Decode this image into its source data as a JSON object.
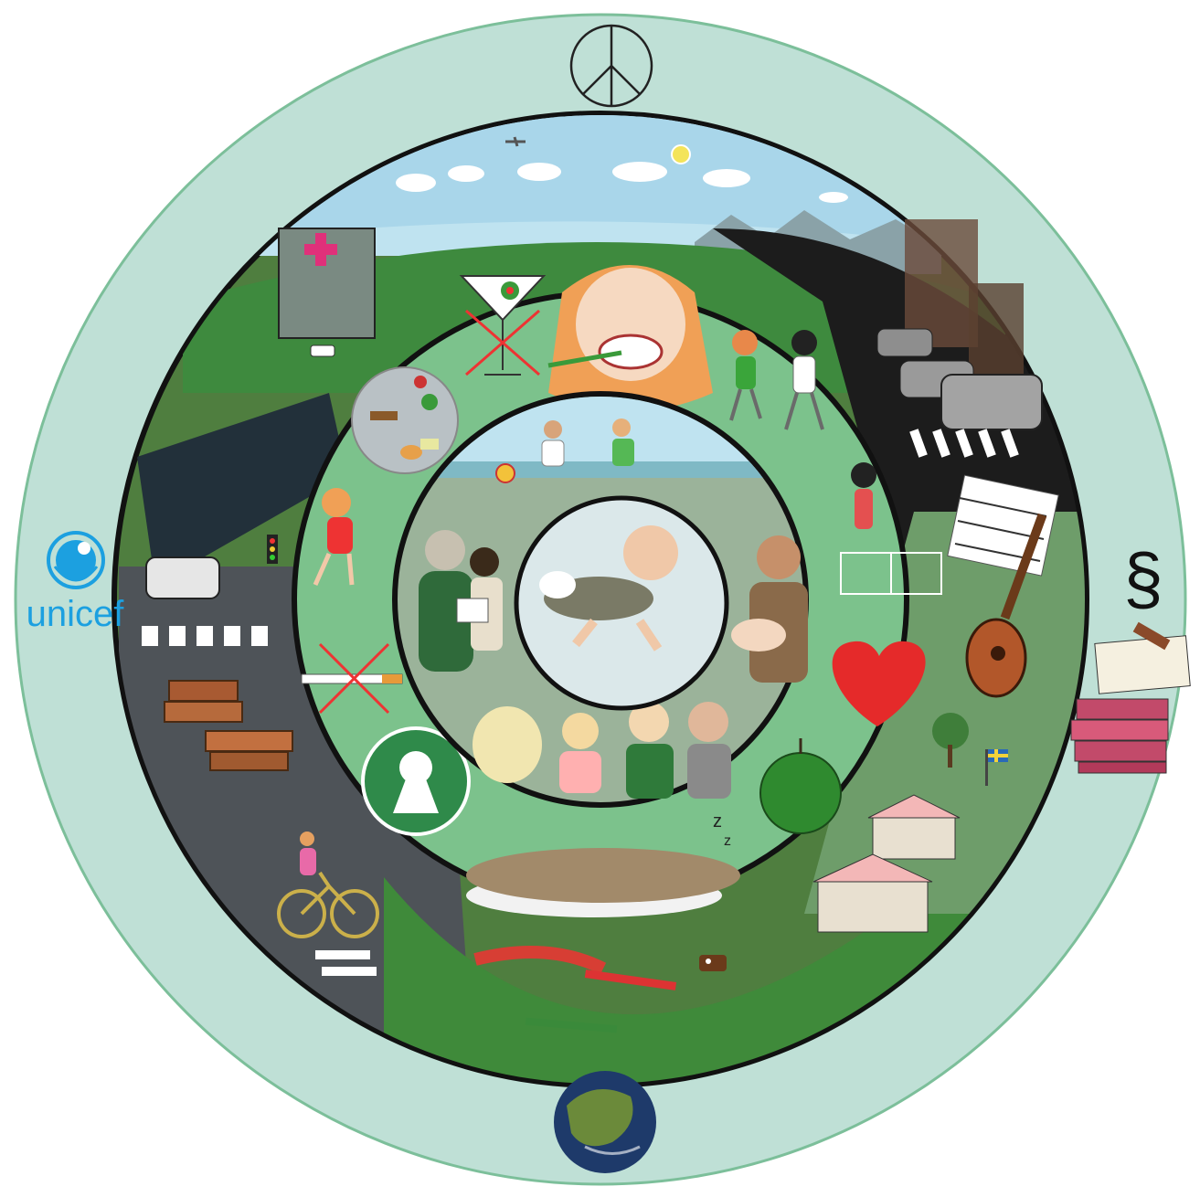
{
  "rings": [
    {
      "key": "outer",
      "theme": "society-and-rights",
      "color": "#bfe0d6"
    },
    {
      "key": "environment",
      "theme": "surroundings",
      "color": "#5a8a4a"
    },
    {
      "key": "health",
      "theme": "healthy-living",
      "color": "#7cc28c"
    },
    {
      "key": "family",
      "theme": "family",
      "color": "#9bb39a"
    },
    {
      "key": "center",
      "theme": "infant",
      "color": "#dbe8ea"
    }
  ],
  "outer_ring": {
    "unicef_label": "unicef",
    "section_sign": "§",
    "icons": [
      "peace-icon",
      "earth-icon",
      "unicef-logo-icon",
      "law-books-icon"
    ]
  },
  "environment_ring": {
    "icons": [
      "hospital-icon",
      "ambulance-icon",
      "city-buildings-icon",
      "cars-icon",
      "crosswalk-icon",
      "traffic-light-icon",
      "books-stack-icon",
      "cyclist-icon",
      "sheet-music-icon",
      "guitar-icon",
      "countryside-houses-icon",
      "swedish-flag-icon",
      "cow-icon",
      "crayons-icon",
      "airplane-icon",
      "sun-icon"
    ]
  },
  "health_ring": {
    "icons": [
      "no-alcohol-icon",
      "toothbrushing-child-icon",
      "running-children-icon",
      "healthy-plate-icon",
      "jumping-child-icon",
      "hopscotch-child-icon",
      "no-smoking-icon",
      "heart-icon",
      "apple-icon",
      "privacy-keyhole-icon",
      "sleeping-child-icon"
    ]
  },
  "family_ring": {
    "icons": [
      "playing-children-beach-icon",
      "grandmother-reading-icon",
      "father-holding-baby-icon",
      "family-group-icon"
    ]
  },
  "center": {
    "icons": [
      "crawling-baby-icon"
    ]
  },
  "colors": {
    "outer": "#bfe0d6",
    "outline": "#1a1a1a",
    "health_green": "#7cc28c",
    "heart_red": "#e52a2a",
    "unicef_blue": "#1ca0e0",
    "sky": "#bfe3f0",
    "keyhole_green": "#2f8a4a"
  }
}
